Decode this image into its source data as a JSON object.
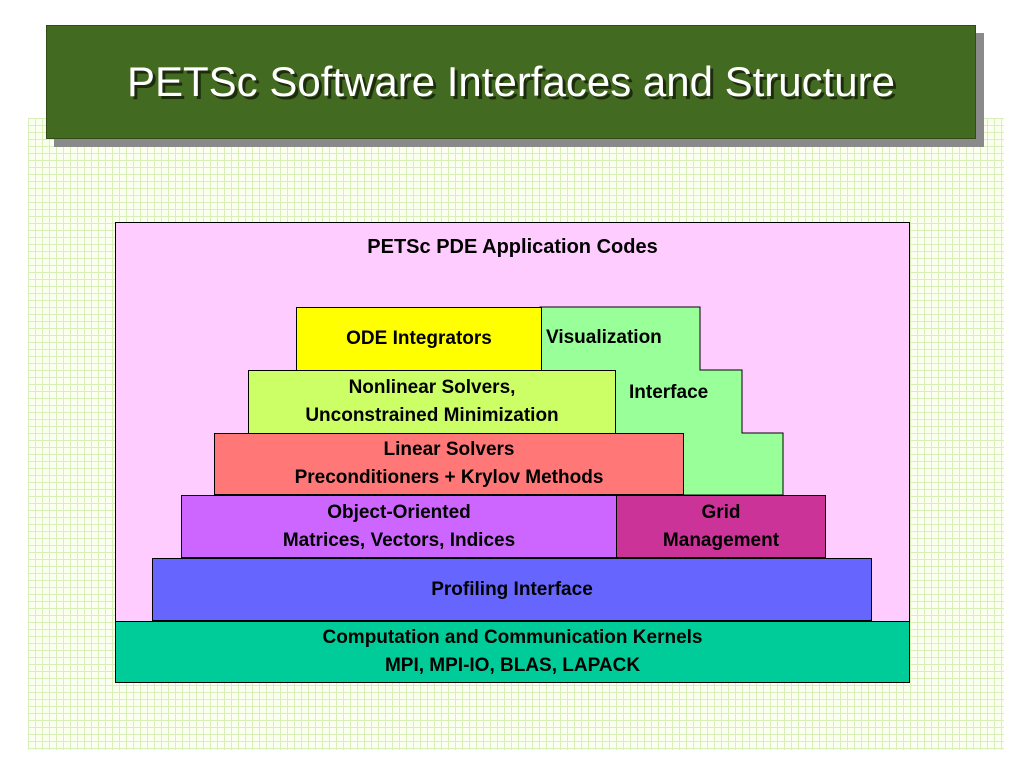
{
  "slide": {
    "title": "PETSc Software Interfaces and Structure"
  },
  "diagram": {
    "application_layer": "PETSc PDE Application Codes",
    "ode_integrators": "ODE Integrators",
    "visualization_interface": {
      "line1": "Visualization",
      "line2": "Interface"
    },
    "nonlinear_solvers": {
      "line1": "Nonlinear Solvers,",
      "line2": "Unconstrained Minimization"
    },
    "linear_solvers": {
      "line1": "Linear Solvers",
      "line2": "Preconditioners + Krylov Methods"
    },
    "object_oriented": {
      "line1": "Object-Oriented",
      "line2": "Matrices, Vectors, Indices"
    },
    "grid_management": {
      "line1": "Grid",
      "line2": "Management"
    },
    "profiling_interface": "Profiling Interface",
    "kernels": {
      "line1": "Computation and Communication Kernels",
      "line2": "MPI, MPI-IO, BLAS, LAPACK"
    }
  },
  "colors": {
    "title_bar": "#426a20",
    "application_layer": "#ffccff",
    "ode_integrators": "#ffff00",
    "visualization_interface": "#99ff99",
    "nonlinear_solvers": "#ccff66",
    "linear_solvers": "#ff7777",
    "object_oriented": "#cc66ff",
    "grid_management": "#cc3399",
    "profiling_interface": "#6666ff",
    "kernels": "#00cc99"
  }
}
